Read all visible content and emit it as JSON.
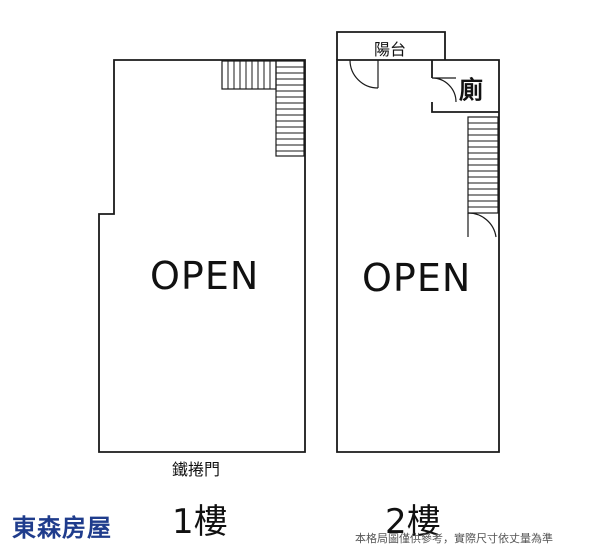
{
  "floor1": {
    "open_label": "OPEN",
    "door_label": "鐵捲門",
    "floor_label": "1樓"
  },
  "floor2": {
    "open_label": "OPEN",
    "balcony_label": "陽台",
    "toilet_label": "廁",
    "floor_label": "2樓"
  },
  "footer": {
    "brand": "東森房屋",
    "disclaimer": "本格局圖僅供參考，實際尺寸依丈量為準"
  },
  "colors": {
    "wall": "#1a1a1a",
    "brand": "#1f3c8c"
  }
}
